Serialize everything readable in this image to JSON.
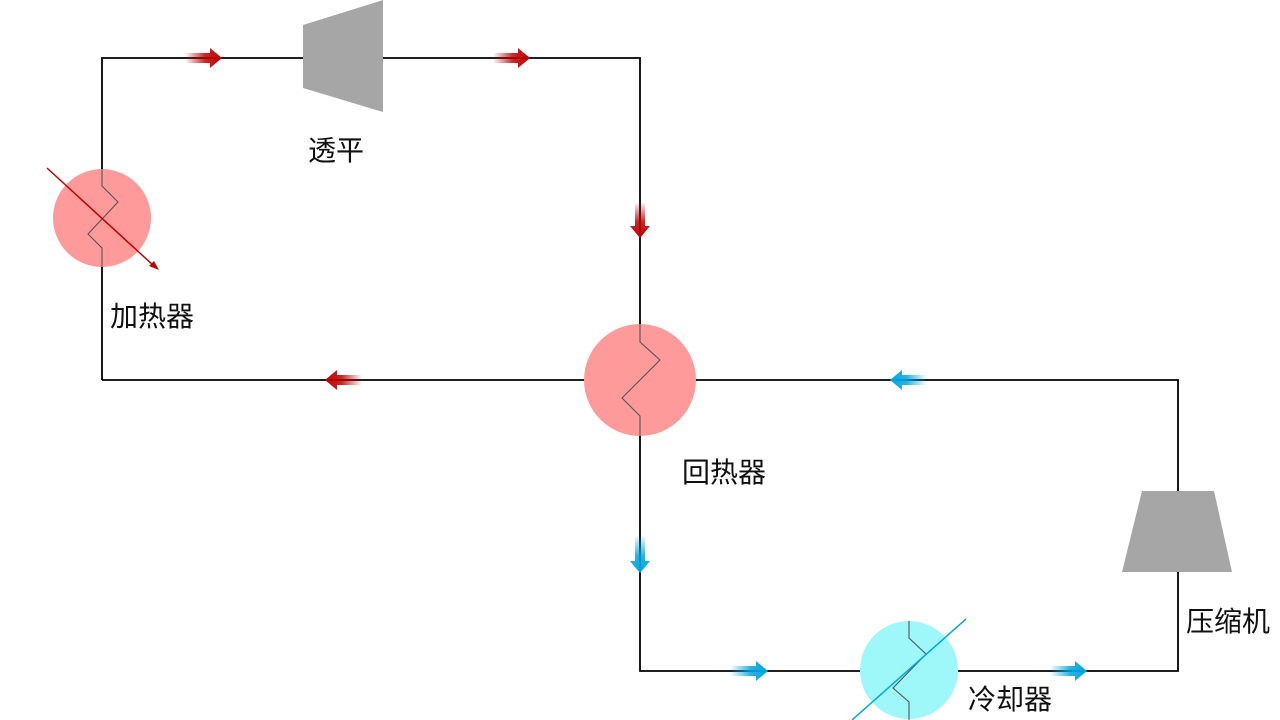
{
  "labels": {
    "turbine": "透平",
    "heater": "加热器",
    "recuperator": "回热器",
    "compressor": "压缩机",
    "cooler": "冷却器"
  },
  "colors": {
    "pipe": "#000000",
    "hot_equipment": "#ff9a9a",
    "cold_equipment": "#9ef7f9",
    "machine": "#a6a6a6",
    "hot_arrow": "#c00000",
    "cold_arrow": "#00a6e0"
  },
  "icons": {
    "hot_arrow": "flow-arrow-hot",
    "cold_arrow": "flow-arrow-cold",
    "turbine": "turbine-icon",
    "compressor": "compressor-icon",
    "heat_exchanger": "heat-exchanger-icon"
  }
}
